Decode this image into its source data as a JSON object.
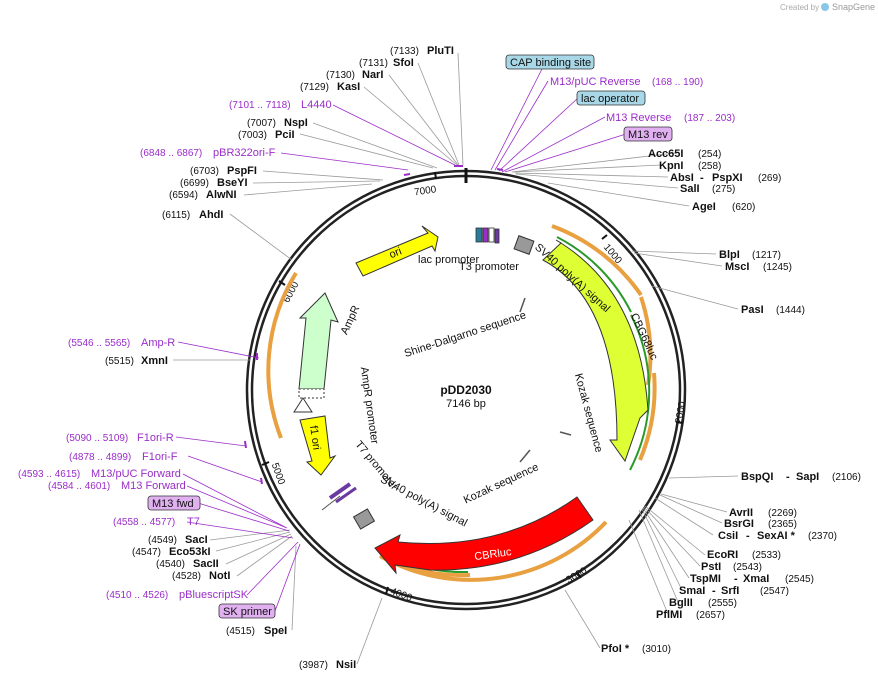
{
  "created_by": "Created by",
  "brand": "SnapGene",
  "plasmid": {
    "name": "pDD2030",
    "length_label": "7146 bp"
  },
  "ticks": [
    "1000",
    "2000",
    "3000",
    "4000",
    "5000",
    "6000",
    "7000"
  ],
  "sites": [
    {
      "name": "PluTI",
      "pos": "(7133)"
    },
    {
      "name": "SfoI",
      "pos": "(7131)"
    },
    {
      "name": "NarI",
      "pos": "(7130)"
    },
    {
      "name": "KasI",
      "pos": "(7129)"
    },
    {
      "name": "NspI",
      "pos": "(7007)"
    },
    {
      "name": "PciI",
      "pos": "(7003)"
    },
    {
      "name": "PspFI",
      "pos": "(6703)"
    },
    {
      "name": "BseYI",
      "pos": "(6699)"
    },
    {
      "name": "AlwNI",
      "pos": "(6594)"
    },
    {
      "name": "AhdI",
      "pos": "(6115)"
    },
    {
      "name": "XmnI",
      "pos": "(5515)"
    },
    {
      "name": "SacI",
      "pos": "(4549)"
    },
    {
      "name": "Eco53kI",
      "pos": "(4547)"
    },
    {
      "name": "SacII",
      "pos": "(4540)"
    },
    {
      "name": "NotI",
      "pos": "(4528)"
    },
    {
      "name": "SpeI",
      "pos": "(4515)"
    },
    {
      "name": "NsiI",
      "pos": "(3987)"
    },
    {
      "name": "Acc65I",
      "pos": "(254)"
    },
    {
      "name": "KpnI",
      "pos": "(258)"
    },
    {
      "name": "AbsI",
      "pos": ""
    },
    {
      "name": "PspXI",
      "pos": "(269)"
    },
    {
      "name": "SalI",
      "pos": "(275)"
    },
    {
      "name": "AgeI",
      "pos": "(620)"
    },
    {
      "name": "BlpI",
      "pos": "(1217)"
    },
    {
      "name": "MscI",
      "pos": "(1245)"
    },
    {
      "name": "PasI",
      "pos": "(1444)"
    },
    {
      "name": "BspQI",
      "pos": ""
    },
    {
      "name": "SapI",
      "pos": "(2106)"
    },
    {
      "name": "AvrII",
      "pos": "(2269)"
    },
    {
      "name": "BsrGI",
      "pos": "(2365)"
    },
    {
      "name": "CsiI",
      "pos": ""
    },
    {
      "name": "SexAI *",
      "pos": "(2370)"
    },
    {
      "name": "EcoRI",
      "pos": "(2533)"
    },
    {
      "name": "PstI",
      "pos": "(2543)"
    },
    {
      "name": "TspMI",
      "pos": ""
    },
    {
      "name": "XmaI",
      "pos": "(2545)"
    },
    {
      "name": "SmaI",
      "pos": ""
    },
    {
      "name": "SrfI",
      "pos": "(2547)"
    },
    {
      "name": "BglII",
      "pos": "(2555)"
    },
    {
      "name": "PflMI",
      "pos": "(2657)"
    },
    {
      "name": "PfoI *",
      "pos": "(3010)"
    }
  ],
  "primers": [
    {
      "name": "L4440",
      "range": "(7101 .. 7118)"
    },
    {
      "name": "pBR322ori-F",
      "range": "(6848 .. 6867)"
    },
    {
      "name": "Amp-R",
      "range": "(5546 .. 5565)"
    },
    {
      "name": "F1ori-R",
      "range": "(5090 .. 5109)"
    },
    {
      "name": "F1ori-F",
      "range": "(4878 .. 4899)"
    },
    {
      "name": "M13/pUC Forward",
      "range": "(4593 .. 4615)"
    },
    {
      "name": "M13 Forward",
      "range": "(4584 .. 4601)"
    },
    {
      "name": "M13 fwd",
      "range": ""
    },
    {
      "name": "T7",
      "range": "(4558 .. 4577)"
    },
    {
      "name": "pBluescriptSK",
      "range": "(4510 .. 4526)"
    },
    {
      "name": "SK primer",
      "range": ""
    },
    {
      "name": "CAP binding site",
      "range": ""
    },
    {
      "name": "M13/pUC Reverse",
      "range": "(168 .. 190)"
    },
    {
      "name": "lac operator",
      "range": ""
    },
    {
      "name": "M13 Reverse",
      "range": "(187 .. 203)"
    },
    {
      "name": "M13 rev",
      "range": ""
    }
  ],
  "features": [
    {
      "name": "ori"
    },
    {
      "name": "AmpR"
    },
    {
      "name": "AmpR promoter"
    },
    {
      "name": "f1 ori"
    },
    {
      "name": "T7 promoter"
    },
    {
      "name": "SV40 poly(A) signal"
    },
    {
      "name": "CBRluc"
    },
    {
      "name": "Kozak sequence"
    },
    {
      "name": "Kozak sequence"
    },
    {
      "name": "CBG68luc"
    },
    {
      "name": "SV40 poly(A) signal"
    },
    {
      "name": "Shine-Dalgarno sequence"
    },
    {
      "name": "lac promoter"
    },
    {
      "name": "T3 promoter"
    }
  ],
  "colors": {
    "ori": "#ffff00",
    "ampr": "#ccffcc",
    "cbrluc": "#ff0000",
    "cbg68luc": "#ddff33",
    "primer": "#9b2dc9",
    "box_blue": "#a8d8e8",
    "box_purple": "#e0b0f0",
    "orf_orange": "#e8a040",
    "orf_green": "#2a9a2a"
  }
}
